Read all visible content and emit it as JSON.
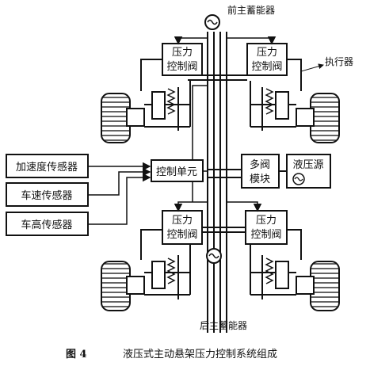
{
  "labels": {
    "front_accumulator": "前主蓄能器",
    "rear_accumulator": "后主蓄能器",
    "actuator": "执行器",
    "valve_line1": "压力",
    "valve_line2": "控制阀",
    "accel_sensor": "加速度传感器",
    "speed_sensor": "车速传感器",
    "height_sensor": "车高传感器",
    "control_unit": "控制单元",
    "multivalve_line1": "多阀",
    "multivalve_line2": "模块",
    "pump": "液压源"
  },
  "caption": {
    "figure_number": "图 4",
    "text": "液压式主动悬架压力控制系统组成"
  }
}
